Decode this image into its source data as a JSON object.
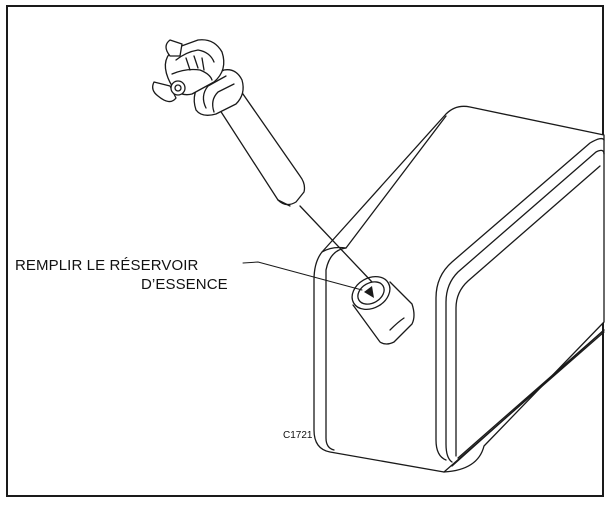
{
  "callout": {
    "line1": "REMPLIR LE RÉSERVOIR",
    "line2": "D’ESSENCE"
  },
  "figure_code": "C1721"
}
